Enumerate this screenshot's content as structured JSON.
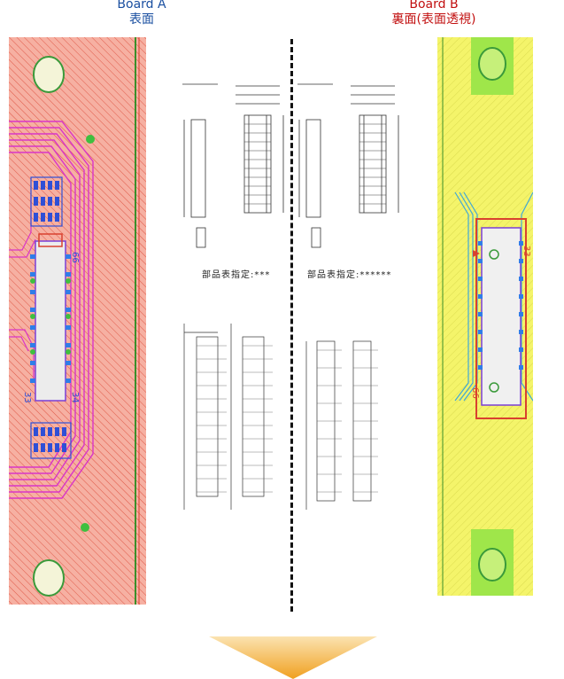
{
  "titles": {
    "board_a_line1": "Board A",
    "board_a_line2": "表面",
    "board_b_line1": "Board B",
    "board_b_line2": "裏面(表面透視)"
  },
  "pin_labels": {
    "a_top": "66",
    "a_bottom_left": "33",
    "a_bottom_right": "34",
    "b_top": "33",
    "b_bottom": "66"
  },
  "center": {
    "part_label_left": "部品表指定:***",
    "part_label_right": "部品表指定:******"
  },
  "colors": {
    "title_a": "#1a4fa0",
    "title_b": "#c21010",
    "board_a_bg": "#f7a89a",
    "board_b_bg": "#f4f46a",
    "arrow": "#f0a020"
  }
}
